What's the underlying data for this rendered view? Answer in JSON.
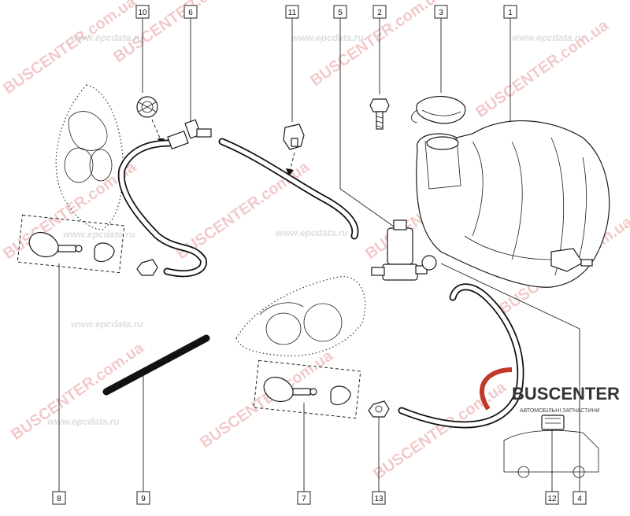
{
  "watermarks": {
    "site_ru": "www.epcdata.ru",
    "site_ua": "BUSCENTER.com.ua"
  },
  "logo": {
    "name": "BUSCENTER",
    "tagline": "АВТОМОБІЛЬНІ ЗАПЧАСТИНИ",
    "accent_color": "#c0392b"
  },
  "callouts": [
    "1",
    "2",
    "3",
    "4",
    "5",
    "6",
    "7",
    "8",
    "9",
    "10",
    "11",
    "12",
    "13"
  ],
  "colors": {
    "line": "#1a1a1a",
    "watermark_red": "#e8a0a0",
    "watermark_gray": "#c9c9c9"
  }
}
